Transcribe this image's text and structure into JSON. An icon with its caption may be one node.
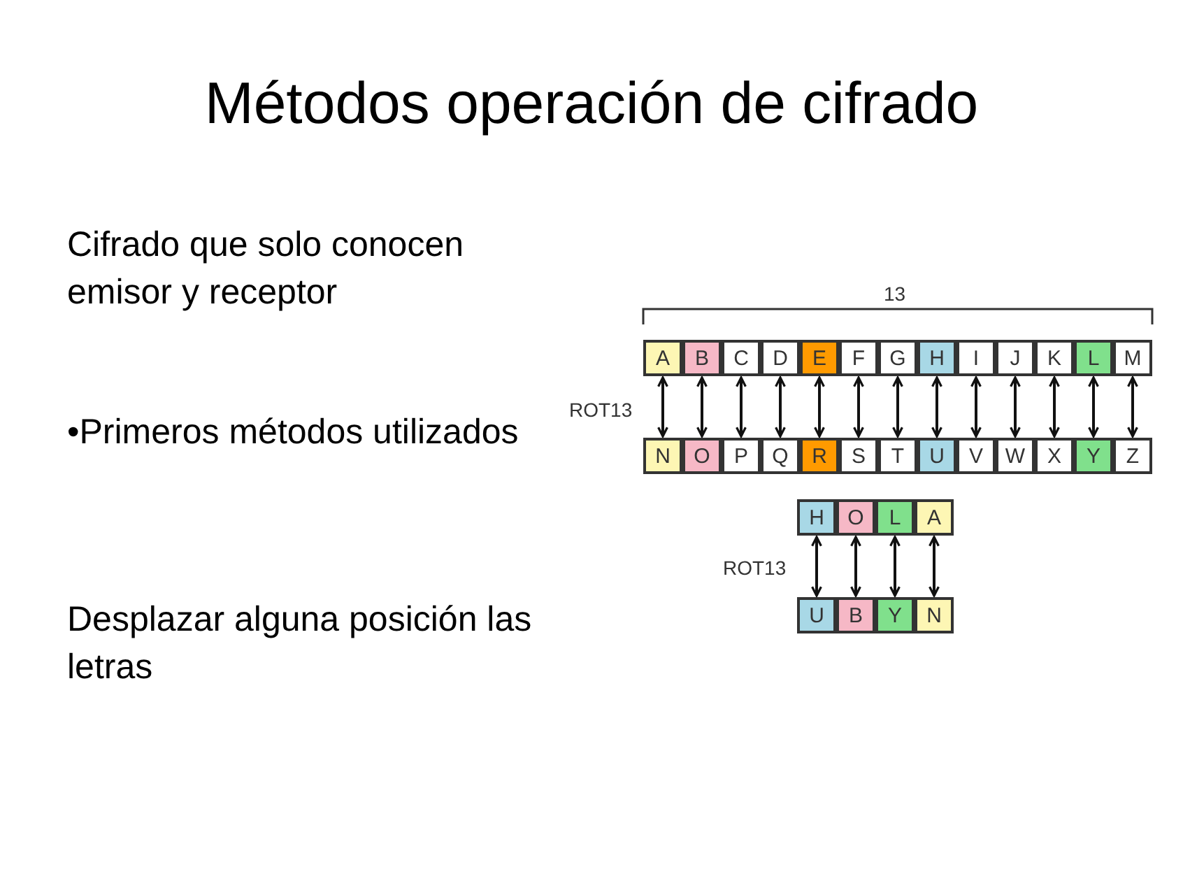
{
  "diagram": {
    "title": "Métodos operación de cifrado",
    "nodes": [
      {
        "text": [
          "A"
        ]
      },
      {
        "text": [
          "B"
        ]
      },
      {
        "text": [
          "C"
        ]
      },
      {
        "text": [
          "D"
        ]
      },
      {
        "text": [
          "E"
        ]
      },
      {
        "text": [
          "F"
        ]
      },
      {
        "text": [
          "G"
        ]
      },
      {
        "text": [
          "H"
        ]
      },
      {
        "text": [
          "I"
        ]
      },
      {
        "text": [
          "J"
        ]
      },
      {
        "text": [
          "K"
        ]
      },
      {
        "text": [
          "L"
        ]
      },
      {
        "text": [
          "M"
        ]
      },
      {
        "text": [
          "N"
        ]
      },
      {
        "text": [
          "O"
        ]
      },
      {
        "text": [
          "P"
        ]
      },
      {
        "text": [
          "Q"
        ]
      },
      {
        "text": [
          "R"
        ]
      },
      {
        "text": [
          "S"
        ]
      },
      {
        "text": [
          "T"
        ]
      },
      {
        "text": [
          "U"
        ]
      },
      {
        "text": [
          "V"
        ]
      },
      {
        "text": [
          "W"
        ]
      },
      {
        "text": [
          "X"
        ]
      },
      {
        "text": [
          "Y"
        ]
      },
      {
        "text": [
          "Z"
        ]
      },
      {
        "text": [
          "H"
        ]
      },
      {
        "text": [
          "O"
        ]
      },
      {
        "text": [
          "L"
        ]
      },
      {
        "text": [
          "A"
        ]
      },
      {
        "text": [
          "U"
        ]
      },
      {
        "text": [
          "B"
        ]
      },
      {
        "text": [
          "Y"
        ]
      },
      {
        "text": [
          "N"
        ]
      }
    ],
    "edges": [
      {
        "from": 0,
        "to": 13,
        "arrow": "both"
      },
      {
        "from": 1,
        "to": 14,
        "arrow": "both"
      },
      {
        "from": 2,
        "to": 15,
        "arrow": "both"
      },
      {
        "from": 3,
        "to": 16,
        "arrow": "both"
      },
      {
        "from": 4,
        "to": 17,
        "arrow": "both"
      },
      {
        "from": 5,
        "to": 18,
        "arrow": "both"
      },
      {
        "from": 6,
        "to": 19,
        "arrow": "both"
      },
      {
        "from": 7,
        "to": 20,
        "arrow": "both"
      },
      {
        "from": 8,
        "to": 21,
        "arrow": "both"
      },
      {
        "from": 9,
        "to": 22,
        "arrow": "both"
      },
      {
        "from": 10,
        "to": 23,
        "arrow": "both"
      },
      {
        "from": 11,
        "to": 24,
        "arrow": "both"
      },
      {
        "from": 12,
        "to": 25,
        "arrow": "both"
      },
      {
        "from": 26,
        "to": 30,
        "arrow": "both"
      },
      {
        "from": 27,
        "to": 31,
        "arrow": "both"
      },
      {
        "from": 28,
        "to": 32,
        "arrow": "both"
      },
      {
        "from": 29,
        "to": 33,
        "arrow": "both"
      }
    ],
    "labels": [
      "Cifrado que solo conocen emisor y receptor",
      "•Primeros métodos utilizados",
      "Desplazar alguna posición las letras",
      "13",
      "ROT13",
      "ROT13"
    ]
  }
}
